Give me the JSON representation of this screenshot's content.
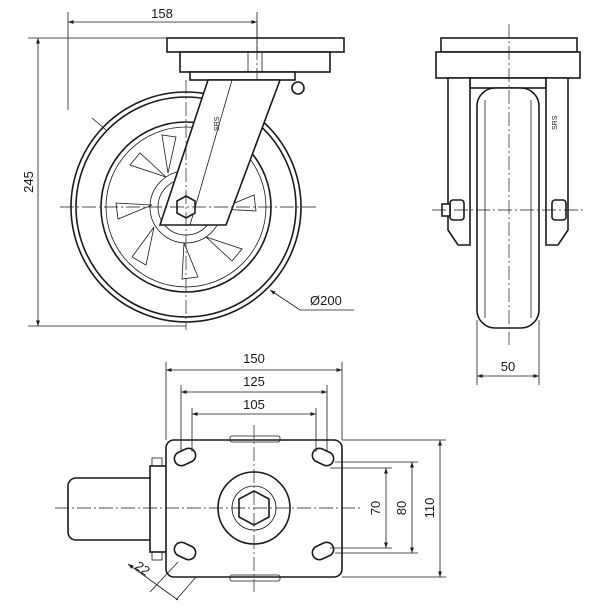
{
  "dimensions": {
    "top_width": "158",
    "height": "245",
    "wheel_diameter": "Ø200",
    "wheel_width": "50",
    "plate_length": "150",
    "hole_spacing_length": "125",
    "hole_spacing_length_inner": "105",
    "hole_spacing_width_inner": "70",
    "hole_spacing_width": "80",
    "plate_width": "110",
    "offset": "22"
  }
}
